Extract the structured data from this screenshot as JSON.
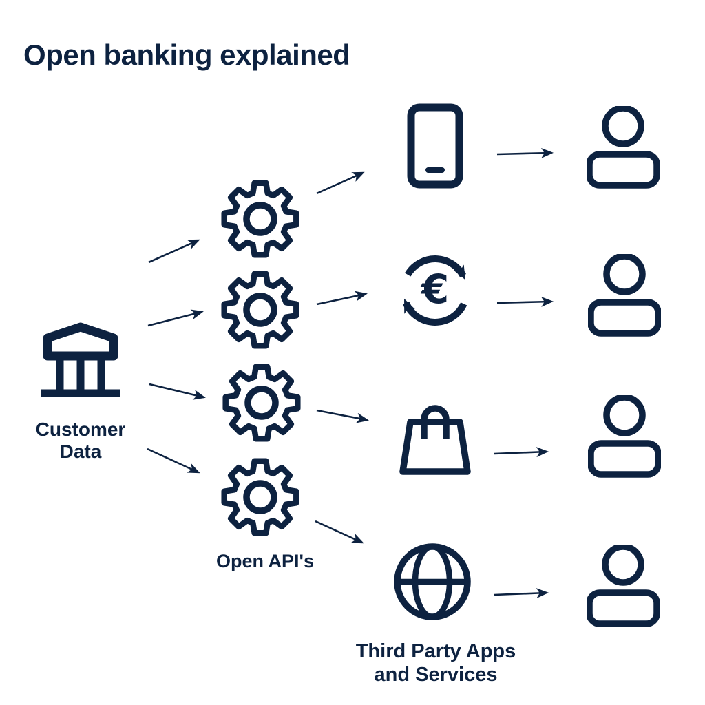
{
  "title": "Open banking explained",
  "colors": {
    "ink": "#0d2240",
    "background": "#ffffff"
  },
  "flow": {
    "source": {
      "icon": "bank-icon",
      "label": {
        "line1": "Customer",
        "line2": "Data"
      }
    },
    "apis": {
      "icon": "gear-icon",
      "count": 4,
      "label": "Open API's"
    },
    "apps": {
      "label": {
        "line1": "Third Party Apps",
        "line2": "and Services"
      },
      "items": [
        {
          "icon": "smartphone-icon"
        },
        {
          "icon": "currency-exchange-icon",
          "symbol": "€"
        },
        {
          "icon": "shopping-bag-icon"
        },
        {
          "icon": "globe-icon"
        }
      ]
    },
    "users": {
      "icon": "person-icon",
      "count": 4
    }
  }
}
